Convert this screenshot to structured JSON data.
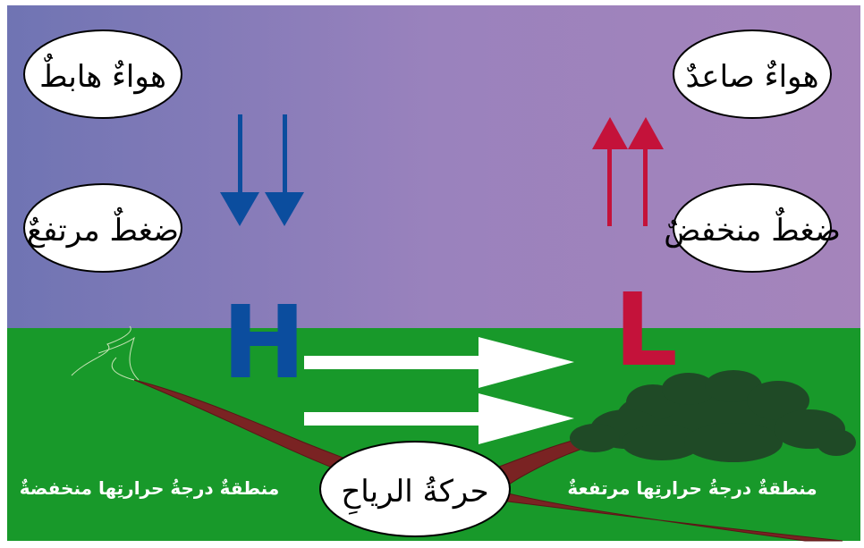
{
  "diagram": {
    "bubbles": {
      "descending_air": "هواءٌ هابطٌ",
      "rising_air": "هواءٌ صاعدٌ",
      "high_pressure": "ضغطٌ مرتفعٌ",
      "low_pressure": "ضغطٌ منخفضٌ",
      "wind_movement": "حركةُ الرياحِ"
    },
    "pressure_letters": {
      "high": "H",
      "low": "L"
    },
    "ground_labels": {
      "cold_region": "منطقةٌ درجةُ حرارتِها منخفضةٌ",
      "warm_region": "منطقةٌ درجةُ حرارتِها مرتفعةٌ"
    },
    "colors": {
      "sky_left": "#6f74b3",
      "sky_right": "#a584bb",
      "ground": "#18992a",
      "descending_arrow": "#0b4d9e",
      "rising_arrow": "#c4123a",
      "wind_arrow": "#ffffff",
      "river": "#7a2323",
      "bush": "#1f4a26"
    }
  }
}
